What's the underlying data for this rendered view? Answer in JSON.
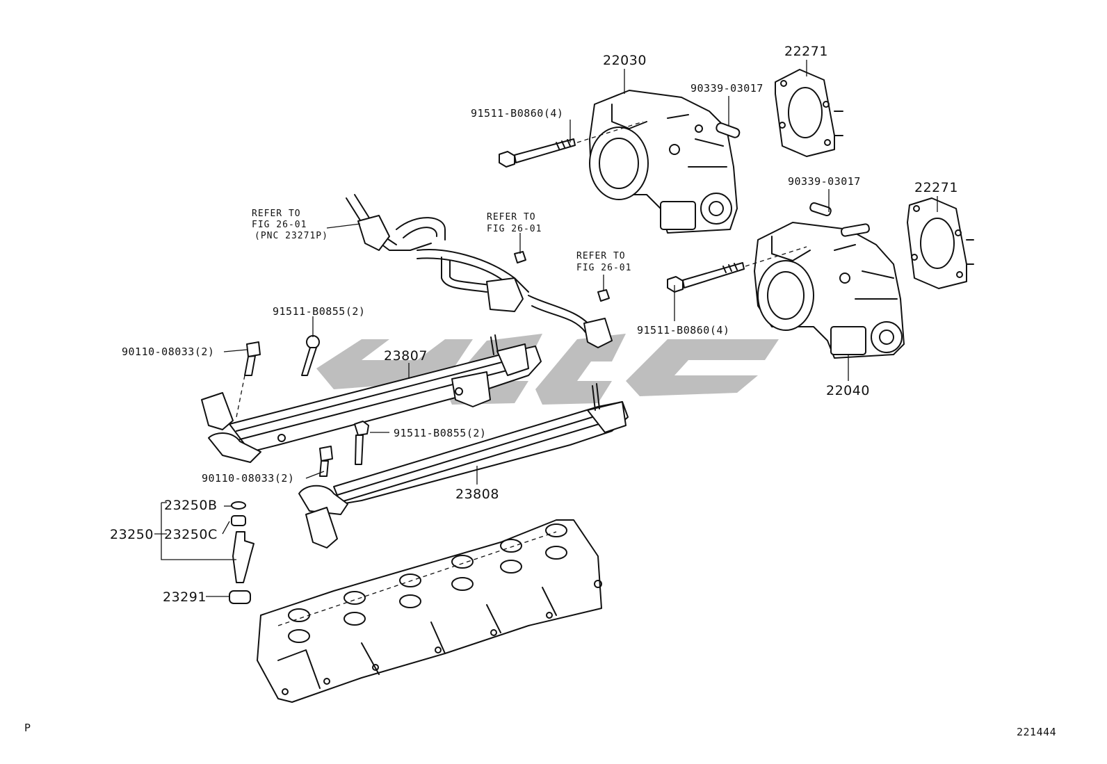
{
  "diagram_code": "221444",
  "corner_mark": "P",
  "watermark": "logo",
  "callouts": {
    "throttle_body_upper": "22030",
    "throttle_body_lower": "22040",
    "gasket_upper": "22271",
    "gasket_lower": "22271",
    "pin_upper": "90339-03017",
    "pin_lower": "90339-03017",
    "bolt_throttle_upper": "91511-B0860(4)",
    "bolt_throttle_lower": "91511-B0860(4)",
    "bolt_rail_upper": "91511-B0855(2)",
    "bolt_rail_lower": "91511-B0855(2)",
    "stud_bolt_upper": "90110-08033(2)",
    "stud_bolt_lower": "90110-08033(2)",
    "fuel_rail_upper": "23807",
    "fuel_rail_lower": "23808",
    "injector_assy": "23250",
    "injector_seal_b": "23250B",
    "injector_seal_c": "23250C",
    "insulator": "23291"
  },
  "notes": {
    "refer_1_line1": "REFER TO",
    "refer_1_line2": "FIG 26-01",
    "refer_1_line3": "(PNC 23271P)",
    "refer_2_line1": "REFER TO",
    "refer_2_line2": "FIG 26-01",
    "refer_3_line1": "REFER TO",
    "refer_3_line2": "FIG 26-01"
  }
}
